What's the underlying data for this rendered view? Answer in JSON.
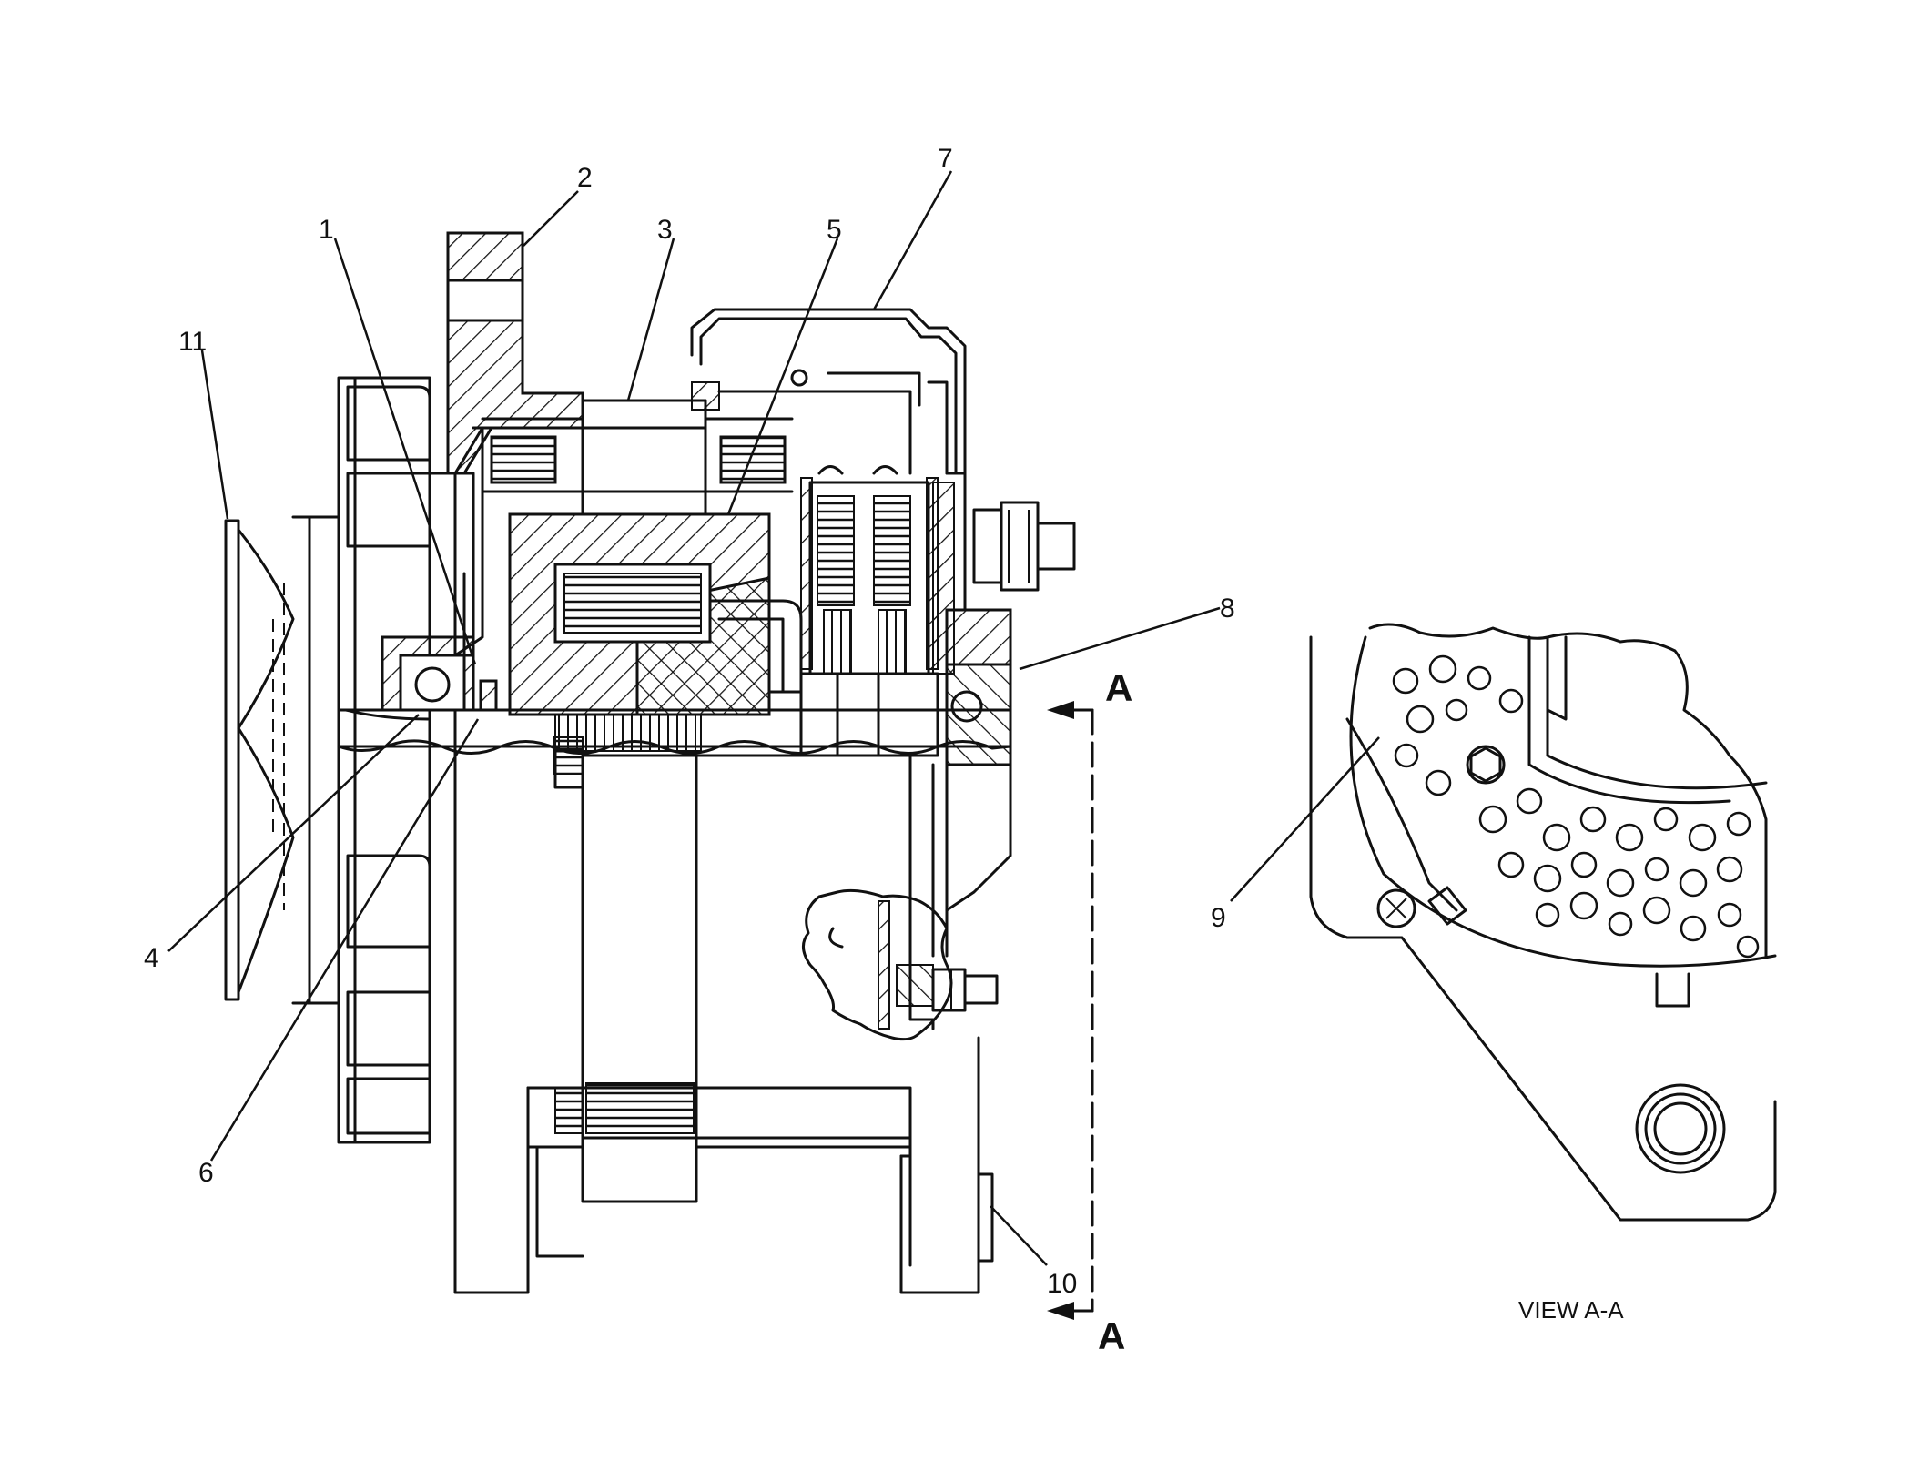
{
  "callouts": [
    {
      "id": 1,
      "label": "1"
    },
    {
      "id": 2,
      "label": "2"
    },
    {
      "id": 3,
      "label": "3"
    },
    {
      "id": 4,
      "label": "4"
    },
    {
      "id": 5,
      "label": "5"
    },
    {
      "id": 6,
      "label": "6"
    },
    {
      "id": 7,
      "label": "7"
    },
    {
      "id": 8,
      "label": "8"
    },
    {
      "id": 9,
      "label": "9"
    },
    {
      "id": 10,
      "label": "10"
    },
    {
      "id": 11,
      "label": "11"
    }
  ],
  "section_marker": {
    "top": "A",
    "bottom": "A"
  },
  "detail_view": {
    "caption": "VIEW A-A"
  }
}
